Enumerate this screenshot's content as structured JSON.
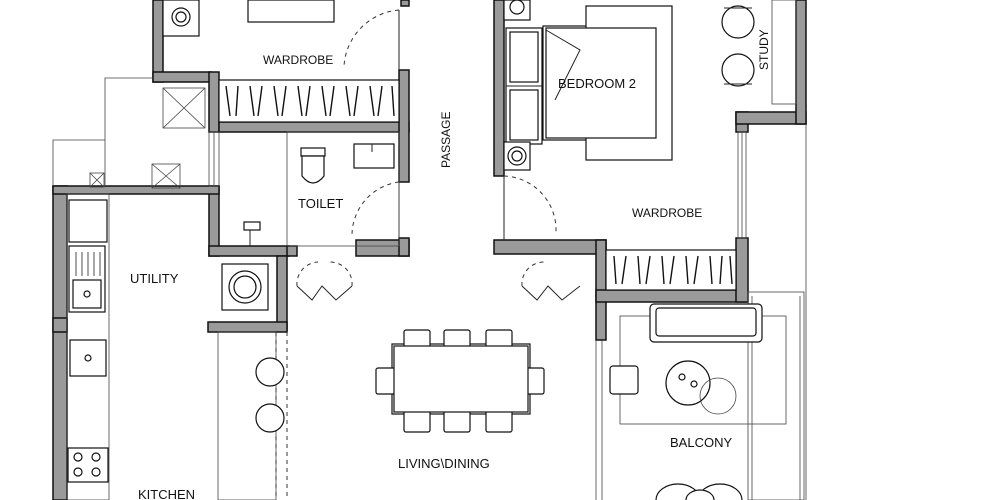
{
  "rooms": {
    "wardrobe_top": "WARDROBE",
    "bedroom2": "BEDROOM 2",
    "study": "STUDY",
    "passage": "PASSAGE",
    "toilet": "TOILET",
    "wardrobe_right": "WARDROBE",
    "utility": "UTILITY",
    "living_dining": "LIVING\\DINING",
    "balcony": "BALCONY",
    "kitchen": "KITCHEN"
  }
}
